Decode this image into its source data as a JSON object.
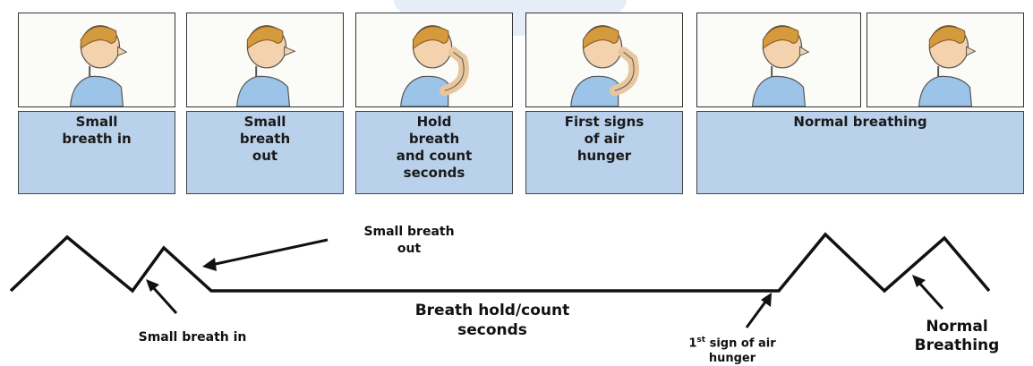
{
  "steps": [
    {
      "label": "Small\nbreath in"
    },
    {
      "label": "Small\nbreath\nout"
    },
    {
      "label": "Hold\nbreath\nand count\nseconds"
    },
    {
      "label": "First signs\nof air\nhunger"
    },
    {
      "label": "Normal breathing"
    }
  ],
  "annotations": {
    "small_breath_out": "Small breath\nout",
    "small_breath_in": "Small breath in",
    "breath_hold": "Breath hold/count\nseconds",
    "first_sign_prefix": "1",
    "first_sign_sup": "st",
    "first_sign_rest": " sign of air\nhunger",
    "normal_breathing": "Normal\nBreathing"
  }
}
